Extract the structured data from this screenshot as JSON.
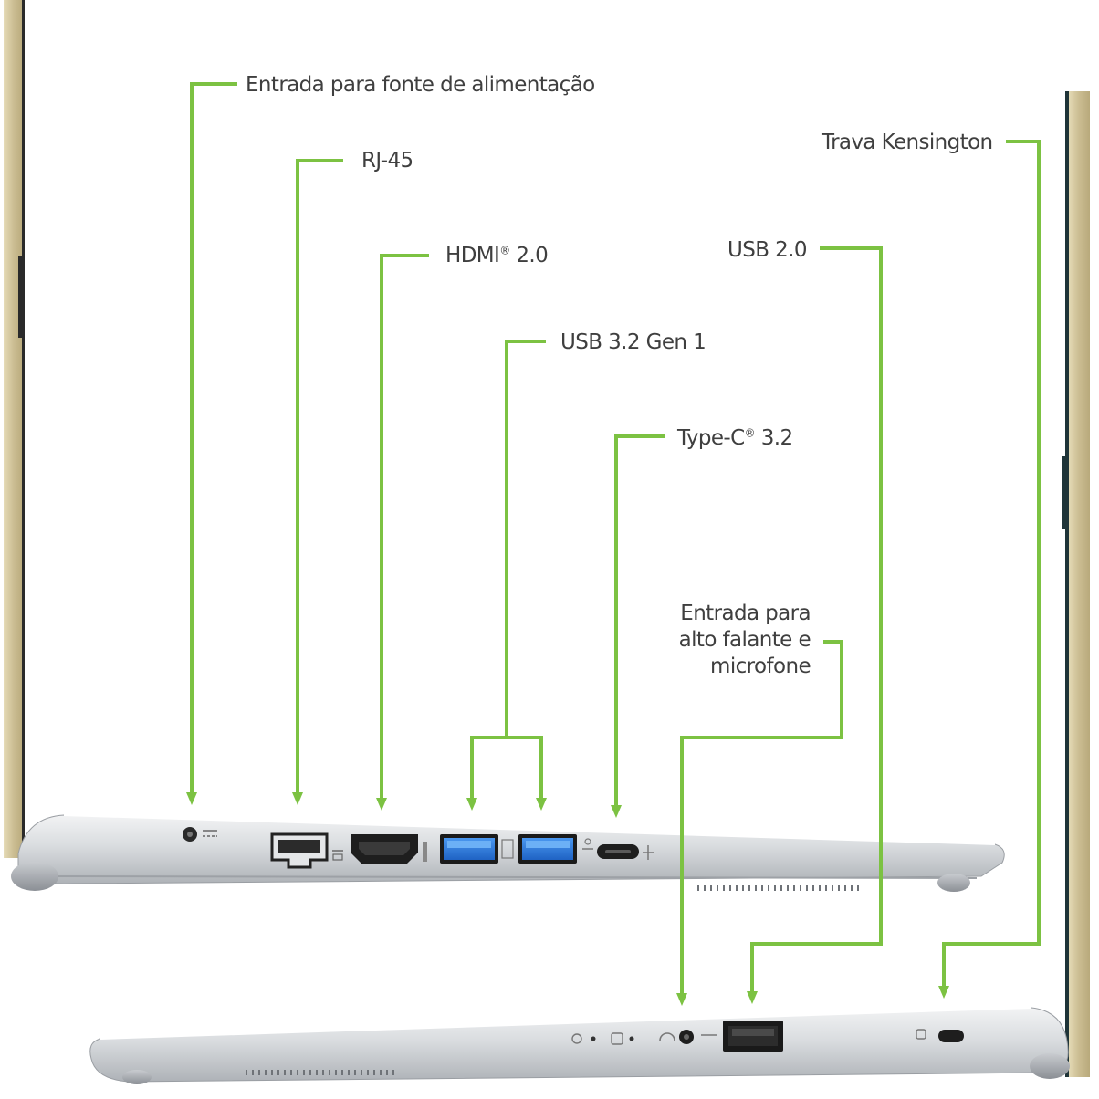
{
  "colors": {
    "leader": "#7cc242",
    "text": "#3f3f3f",
    "chassis": "#d2d5d9",
    "chassis_shadow": "#a9adb2",
    "lid_gold": "#cfc39c",
    "port_blue": "#2f7de0",
    "port_black": "#1e1e1e"
  },
  "labels": {
    "power": "Entrada para fonte de alimentação",
    "rj45": "RJ-45",
    "hdmi": "HDMI",
    "hdmi_version": "2.0",
    "usb32": "USB 3.2 Gen 1",
    "typec": "Type-C",
    "typec_version": "3.2",
    "kensington": "Trava Kensington",
    "usb20": "USB 2.0",
    "audio_lines": [
      "Entrada para",
      "alto falante e",
      "microfone"
    ],
    "registered": "®"
  },
  "icons": {
    "leader_arrow": "arrow-down-icon",
    "power_port": "dc-power-jack-icon",
    "ethernet_port": "ethernet-port-icon",
    "hdmi_port": "hdmi-port-icon",
    "usb_port": "usb-a-port-icon",
    "typec_port": "usb-c-port-icon",
    "audio_port": "headset-jack-icon",
    "lock_slot": "kensington-lock-icon"
  }
}
